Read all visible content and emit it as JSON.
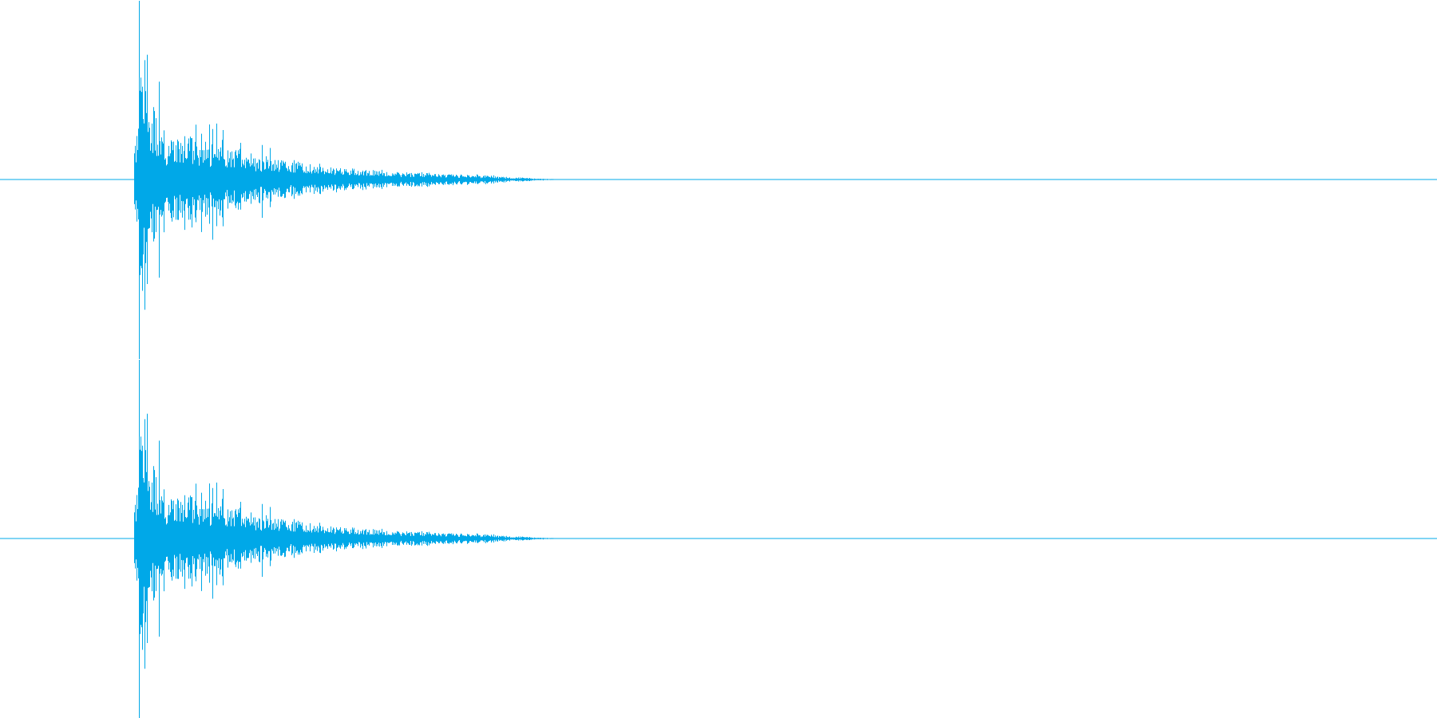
{
  "waveform": {
    "wave_color": "#00a8e8",
    "background_color": "#ffffff",
    "channel_count": 2,
    "channels": [
      {
        "id": "channel-1"
      },
      {
        "id": "channel-2"
      }
    ]
  }
}
